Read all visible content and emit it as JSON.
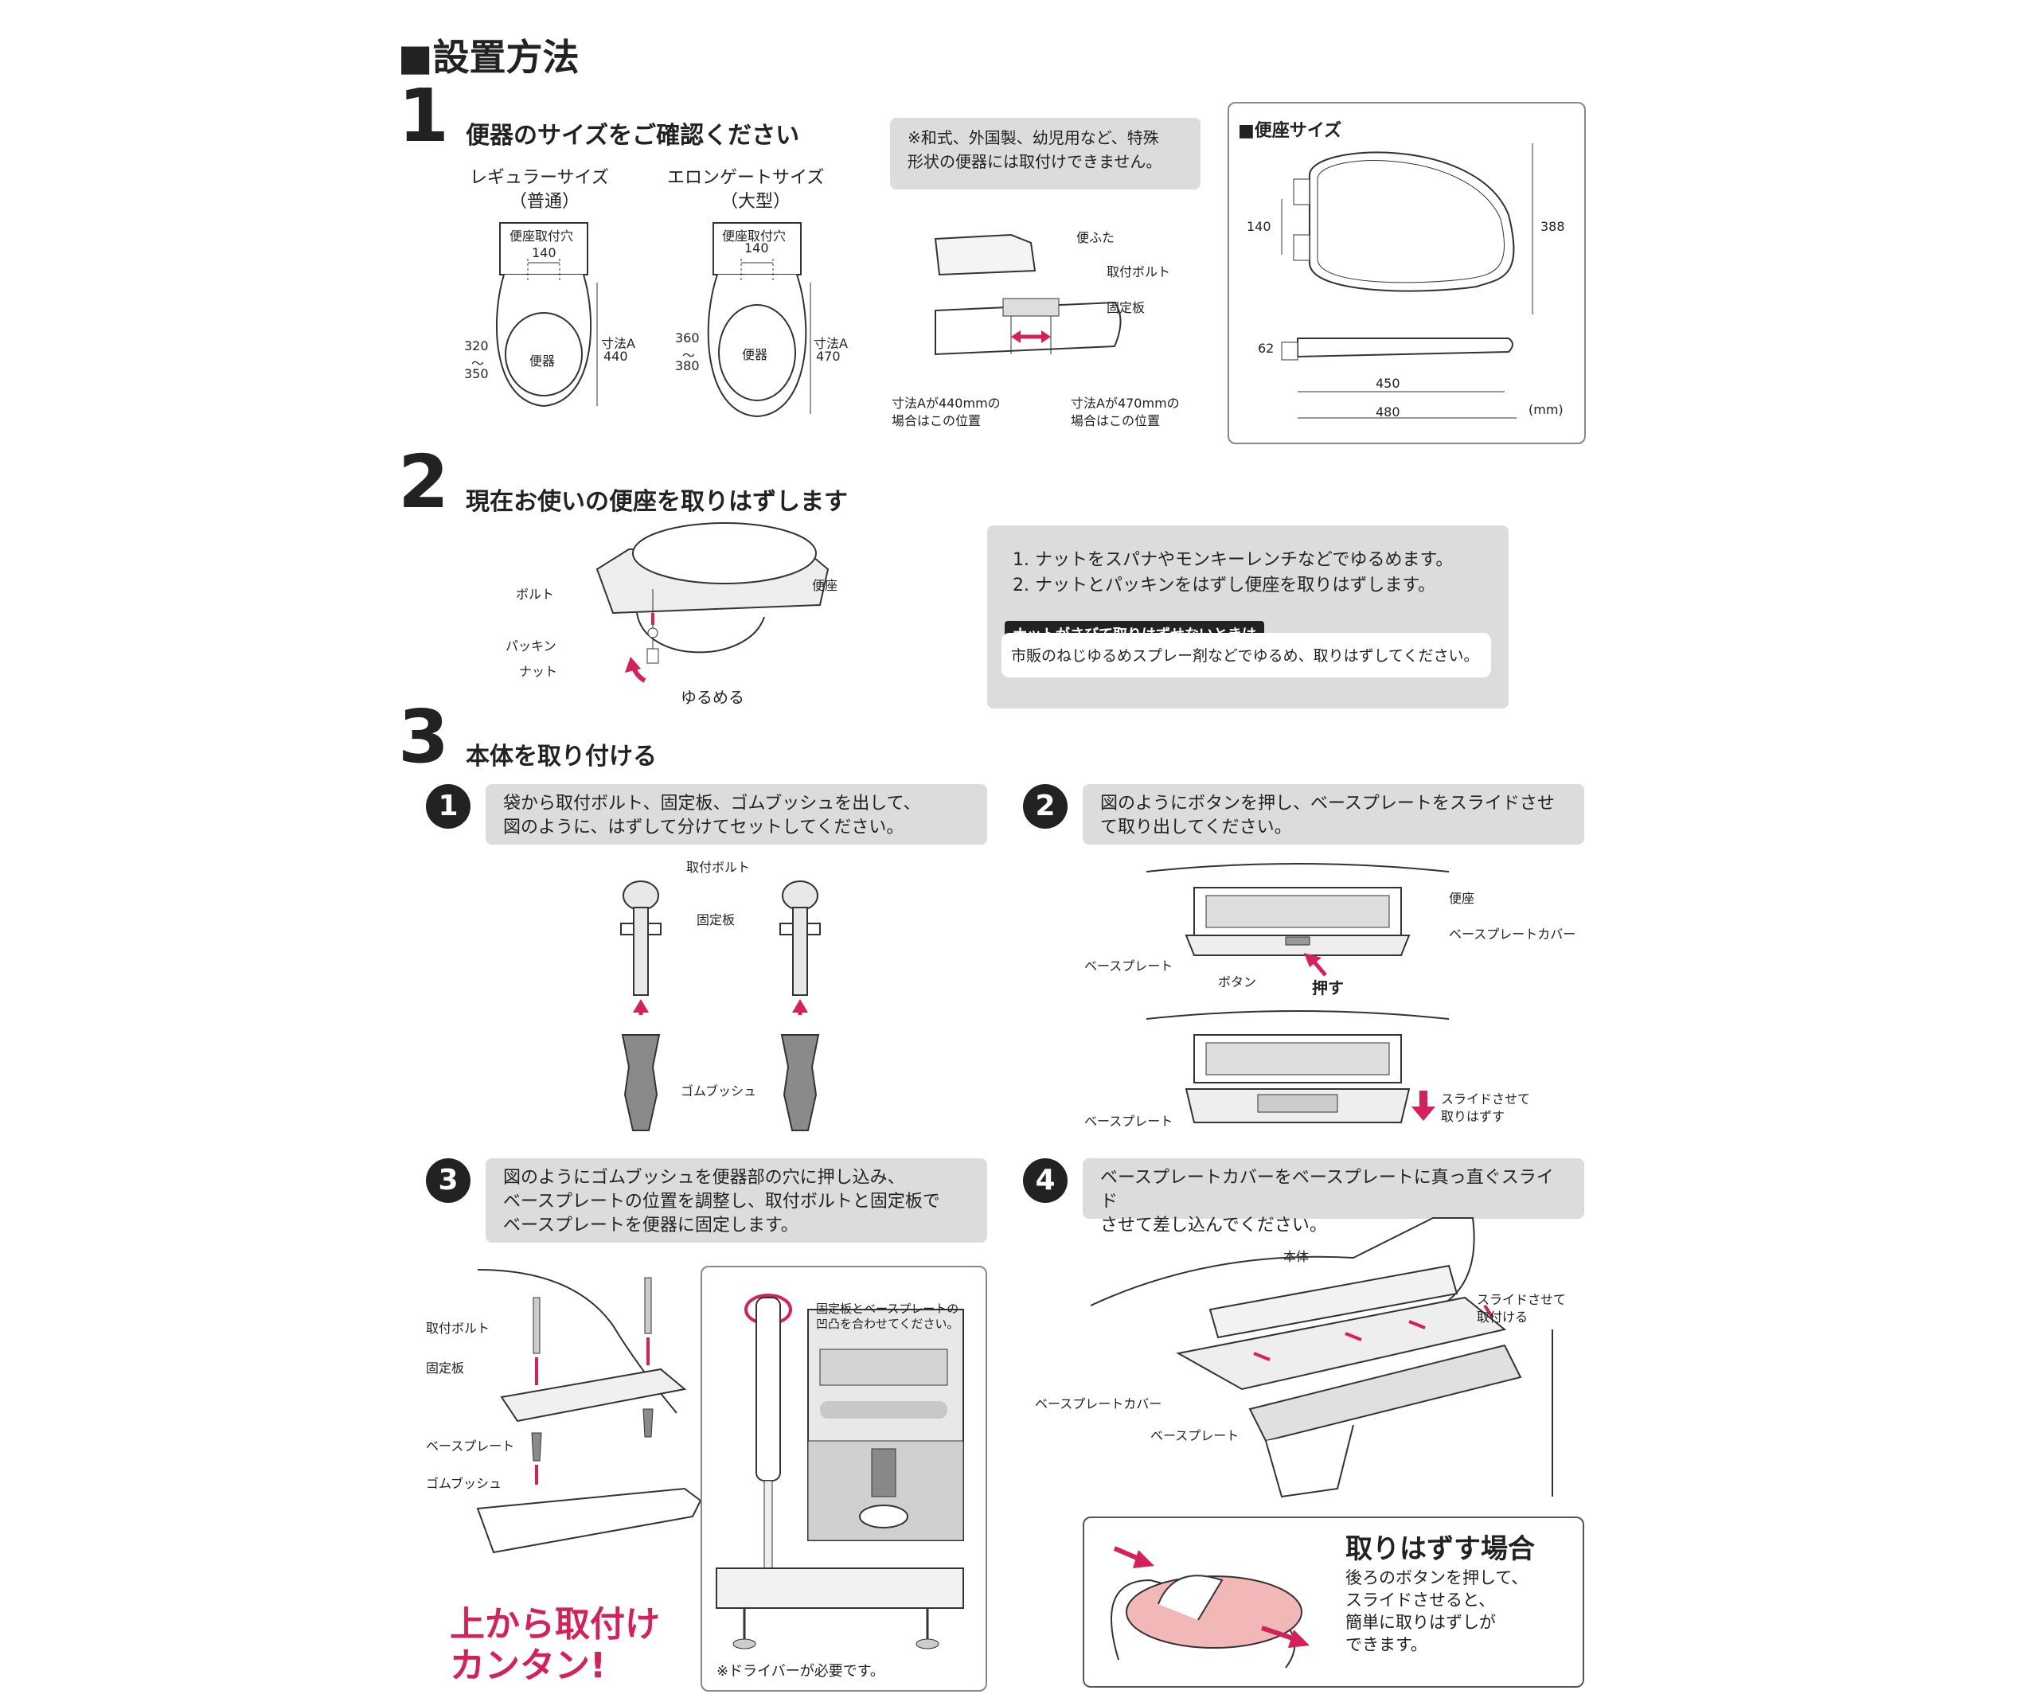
{
  "title": "■設置方法",
  "step1": {
    "number": "1",
    "heading": "便器のサイズをご確認ください",
    "regular": {
      "name": "レギュラーサイズ",
      "type": "（普通）",
      "hole_label": "便座取付穴",
      "hole_dist": "140",
      "body_label": "便器",
      "depth_top": "320",
      "depth_sep": "〜",
      "depth_bottom": "350",
      "dim_label": "寸法A",
      "dim_value": "440"
    },
    "elongated": {
      "name": "エロンゲートサイズ",
      "type": "（大型）",
      "hole_label": "便座取付穴",
      "hole_dist": "140",
      "body_label": "便器",
      "depth_top": "360",
      "depth_sep": "〜",
      "depth_bottom": "380",
      "dim_label": "寸法A",
      "dim_value": "470"
    },
    "note": [
      "※和式、外国製、幼児用など、特殊",
      "形状の便器には取付けできません。"
    ],
    "side": {
      "lid": "便ふた",
      "bolt": "取付ボルト",
      "plate": "固定板",
      "pos440": [
        "寸法Aが440mmの",
        "場合はこの位置"
      ],
      "pos470": [
        "寸法Aが470mmの",
        "場合はこの位置"
      ]
    },
    "seat_size": {
      "title": "■便座サイズ",
      "w140": "140",
      "h388": "388",
      "h62": "62",
      "l450": "450",
      "l480": "480",
      "unit": "(mm)"
    }
  },
  "step2": {
    "number": "2",
    "heading": "現在お使いの便座を取りはずします",
    "labels": {
      "bolt": "ボルト",
      "seat": "便座",
      "packing": "パッキン",
      "nut": "ナット",
      "loosen": "ゆるめる"
    },
    "steps": [
      "1.  ナットをスパナやモンキーレンチなどでゆるめます。",
      "2.  ナットとパッキンをはずし便座を取りはずします。"
    ],
    "tip_title": "ナットがさびて取りはずせないときは",
    "tip_body": "市販のねじゆるめスプレー剤などでゆるめ、取りはずしてください。"
  },
  "step3": {
    "number": "3",
    "heading": "本体を取り付ける",
    "sub1": {
      "num": "1",
      "text": [
        "袋から取付ボルト、固定板、ゴムブッシュを出して、",
        "図のように、はずして分けてセットしてください。"
      ],
      "labels": {
        "bolt": "取付ボルト",
        "plate": "固定板",
        "bush": "ゴムブッシュ"
      }
    },
    "sub2": {
      "num": "2",
      "text": [
        "図のようにボタンを押し、ベースプレートをスライドさせ",
        "て取り出してください。"
      ],
      "labels": {
        "seat": "便座",
        "cover": "ベースプレートカバー",
        "base": "ベースプレート",
        "button": "ボタン",
        "push": "押す",
        "base2": "ベースプレート",
        "slide": [
          "スライドさせて",
          "取りはずす"
        ]
      }
    },
    "sub3": {
      "num": "3",
      "text": [
        "図のようにゴムブッシュを便器部の穴に押し込み、",
        "ベースプレートの位置を調整し、取付ボルトと固定板で",
        "ベースプレートを便器に固定します。"
      ],
      "labels": {
        "bolt": "取付ボルト",
        "plate": "固定板",
        "base": "ベースプレート",
        "bush": "ゴムブッシュ"
      },
      "callout": [
        "上から取付け",
        "カンタン!"
      ],
      "inset_note": [
        "固定板とベースプレートの",
        "凹凸を合わせてください。"
      ],
      "driver_note": "※ドライバーが必要です。"
    },
    "sub4": {
      "num": "4",
      "text": [
        "ベースプレートカバーをベースプレートに真っ直ぐスライド",
        "させて差し込んでください。"
      ],
      "labels": {
        "body": "本体",
        "slide": [
          "スライドさせて",
          "取付ける"
        ],
        "cover": "ベースプレートカバー",
        "base": "ベースプレート"
      },
      "remove": {
        "title": "取りはずす場合",
        "text": [
          "後ろのボタンを押して、",
          "スライドさせると、",
          "簡単に取りはずしが",
          "できます。"
        ]
      }
    }
  },
  "colors": {
    "accent": "#d6205a",
    "panel": "#dcdcdc",
    "ink": "#222222"
  }
}
